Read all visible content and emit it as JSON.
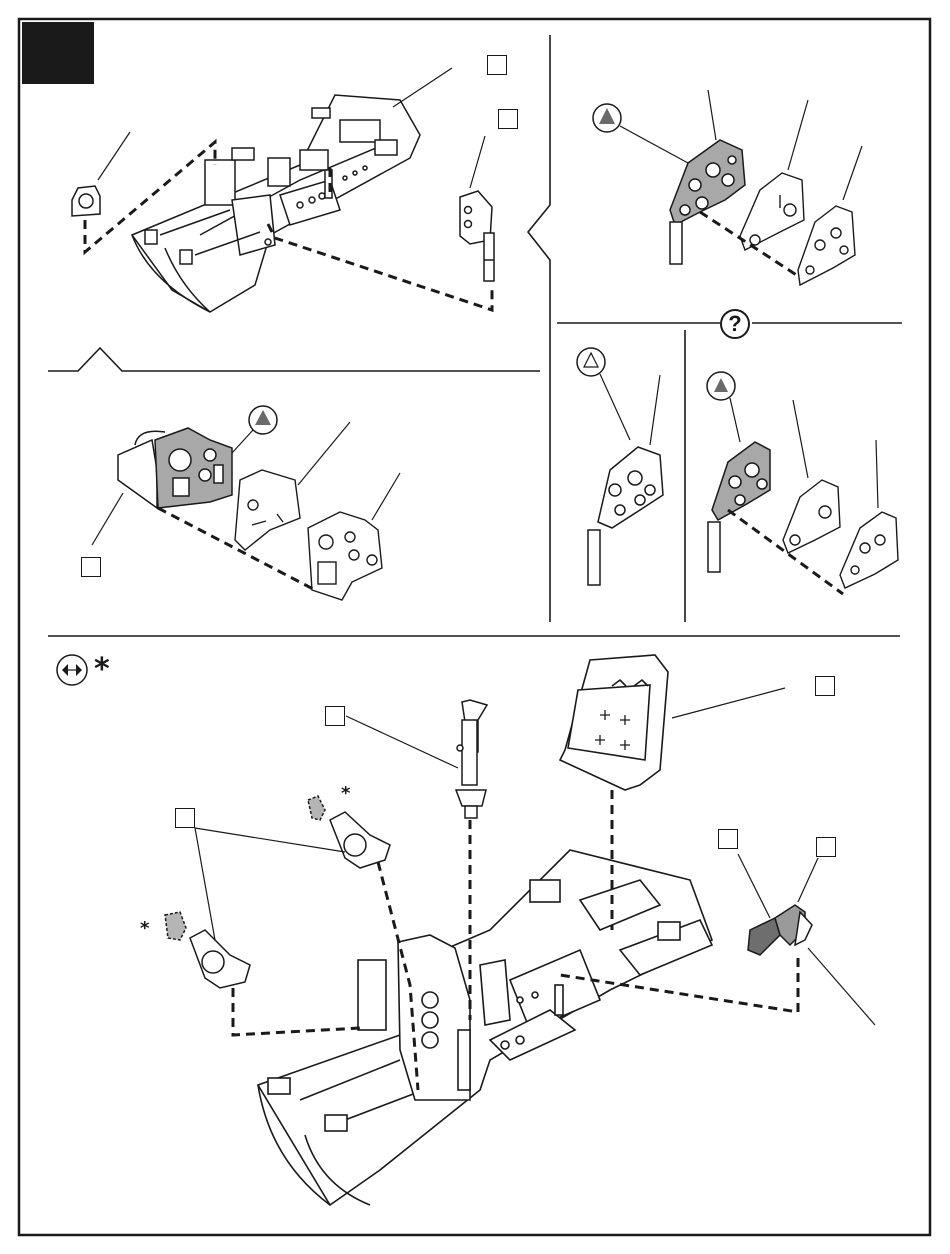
{
  "step": {
    "number": ""
  },
  "sections": [
    {
      "id": "top-left",
      "part_boxes": [
        "",
        ""
      ]
    },
    {
      "id": "mid-left",
      "part_boxes": [
        ""
      ]
    },
    {
      "id": "top-right",
      "part_boxes": []
    },
    {
      "id": "mid-right",
      "option_symbol": "?"
    },
    {
      "id": "bottom",
      "part_boxes": [
        "",
        "",
        "",
        "",
        ""
      ],
      "marker": "*"
    }
  ],
  "icons": [
    "decal-icon",
    "symmetry-icon",
    "question-icon"
  ],
  "colors": {
    "ink": "#1a1a1a",
    "part_fill": "#ffffff",
    "painted_part": "#9a9a9a",
    "optional_part": "#b5b5b5"
  }
}
